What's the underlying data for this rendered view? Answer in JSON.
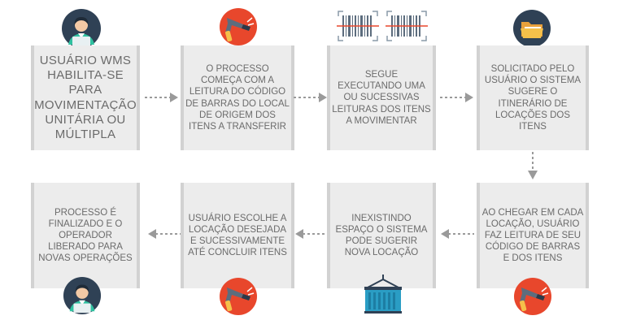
{
  "steps": [
    {
      "text": "USUÁRIO WMS HABILITA-SE PARA MOVIMENTAÇÃO UNITÁRIA OU MÚLTIPLA",
      "icon": "user-icon"
    },
    {
      "text": "O PROCESSO COMEÇA COM A LEITURA DO CÓDIGO DE BARRAS DO LOCAL DE ORIGEM DOS ITENS A TRANSFERIR",
      "icon": "barcode-scanner-icon"
    },
    {
      "text": "SEGUE EXECUTANDO UMA OU SUCESSIVAS LEITURAS DOS ITENS A MOVIMENTAR",
      "icon": "barcode-icon"
    },
    {
      "text": "SOLICITADO PELO USUÁRIO O SISTEMA SUGERE O ITINERÁRIO DE LOCAÇÕES DOS ITENS",
      "icon": "folder-icon"
    },
    {
      "text": "AO CHEGAR EM CADA LOCAÇÃO, USUÁRIO FAZ LEITURA DE SEU CÓDIGO DE BARRAS E DOS ITENS",
      "icon": "barcode-scanner-icon"
    },
    {
      "text": "INEXISTINDO ESPAÇO O SISTEMA PODE SUGERIR NOVA LOCAÇÃO",
      "icon": "container-icon"
    },
    {
      "text": "USUÁRIO ESCOLHE A LOCAÇÃO DESEJADA E SUCESSIVAMENTE ATÉ CONCLUIR ITENS",
      "icon": "barcode-scanner-icon"
    },
    {
      "text": "PROCESSO É FINALIZADO E O OPERADOR LIBERADO PARA NOVAS OPERAÇÕES",
      "icon": "user-icon"
    }
  ],
  "colors": {
    "box": "#ececec",
    "box_border": "#d2d2d2",
    "text": "#6b6b6b",
    "arrow": "#9a9a9a",
    "scanner_red": "#e8472c",
    "user_navy": "#2f4155",
    "user_teal": "#2fc1a0",
    "container_teal": "#2a9dc4"
  }
}
